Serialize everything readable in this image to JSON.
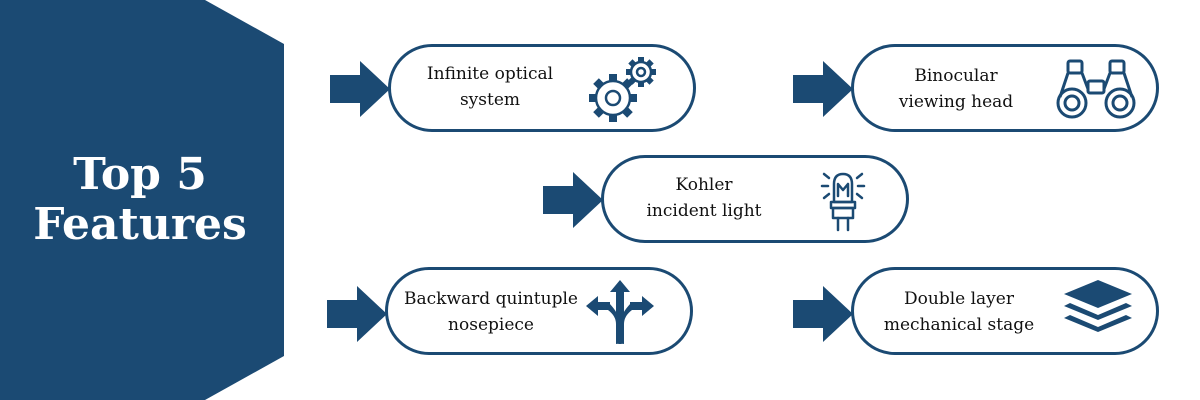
{
  "banner": {
    "title": "Top 5\nFeatures"
  },
  "features": [
    {
      "label": "Infinite optical\nsystem",
      "icon": "gears-icon"
    },
    {
      "label": "Binocular\nviewing head",
      "icon": "binoculars-icon"
    },
    {
      "label": "Kohler\nincident light",
      "icon": "lamp-icon"
    },
    {
      "label": "Backward quintuple\nnosepiece",
      "icon": "branch-arrows-icon"
    },
    {
      "label": "Double layer\nmechanical stage",
      "icon": "layers-icon"
    }
  ],
  "colors": {
    "primary": "#1b4a73",
    "background": "#ffffff",
    "text": "#111111"
  }
}
